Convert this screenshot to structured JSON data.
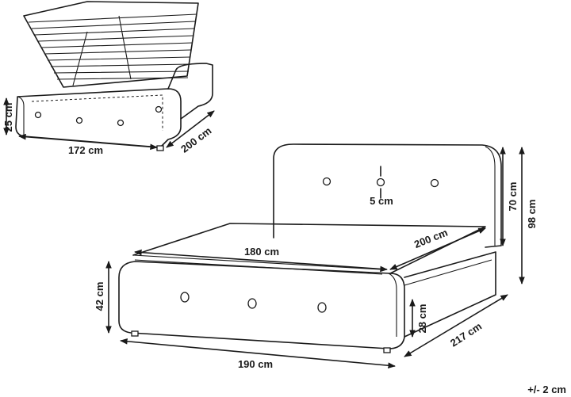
{
  "storage_bed": {
    "height_label": "25 cm",
    "width_label": "172 cm",
    "length_label": "200 cm"
  },
  "main_bed": {
    "button_label": "5 cm",
    "headboard_label": "70 cm",
    "total_height_label": "98 cm",
    "mattress_width_label": "180 cm",
    "mattress_length_label": "200 cm",
    "footboard_height_label": "42 cm",
    "frame_height_label": "28 cm",
    "total_length_label": "217 cm",
    "total_width_label": "190 cm"
  },
  "tolerance_label": "+/- 2 cm"
}
